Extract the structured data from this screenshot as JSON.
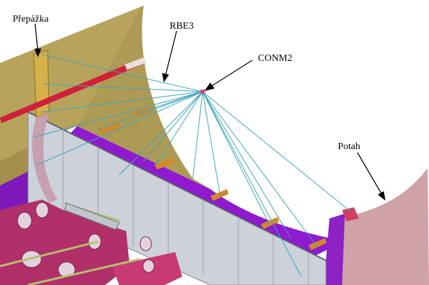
{
  "labels": {
    "bulkhead": "Přepážka",
    "rbe3": "RBE3",
    "conm2": "CONM2",
    "skin": "Potah"
  },
  "colors": {
    "skin_olive": "#b7a25a",
    "skin_pink": "#c99aa0",
    "frame_purple": "#8a18c8",
    "spar_web": "#c8ccd6",
    "rib_magenta": "#c0306a",
    "stringer_orange": "#cc8a2a",
    "rbe_lines": "#3aa6b8",
    "rod_red": "#d0203a"
  }
}
